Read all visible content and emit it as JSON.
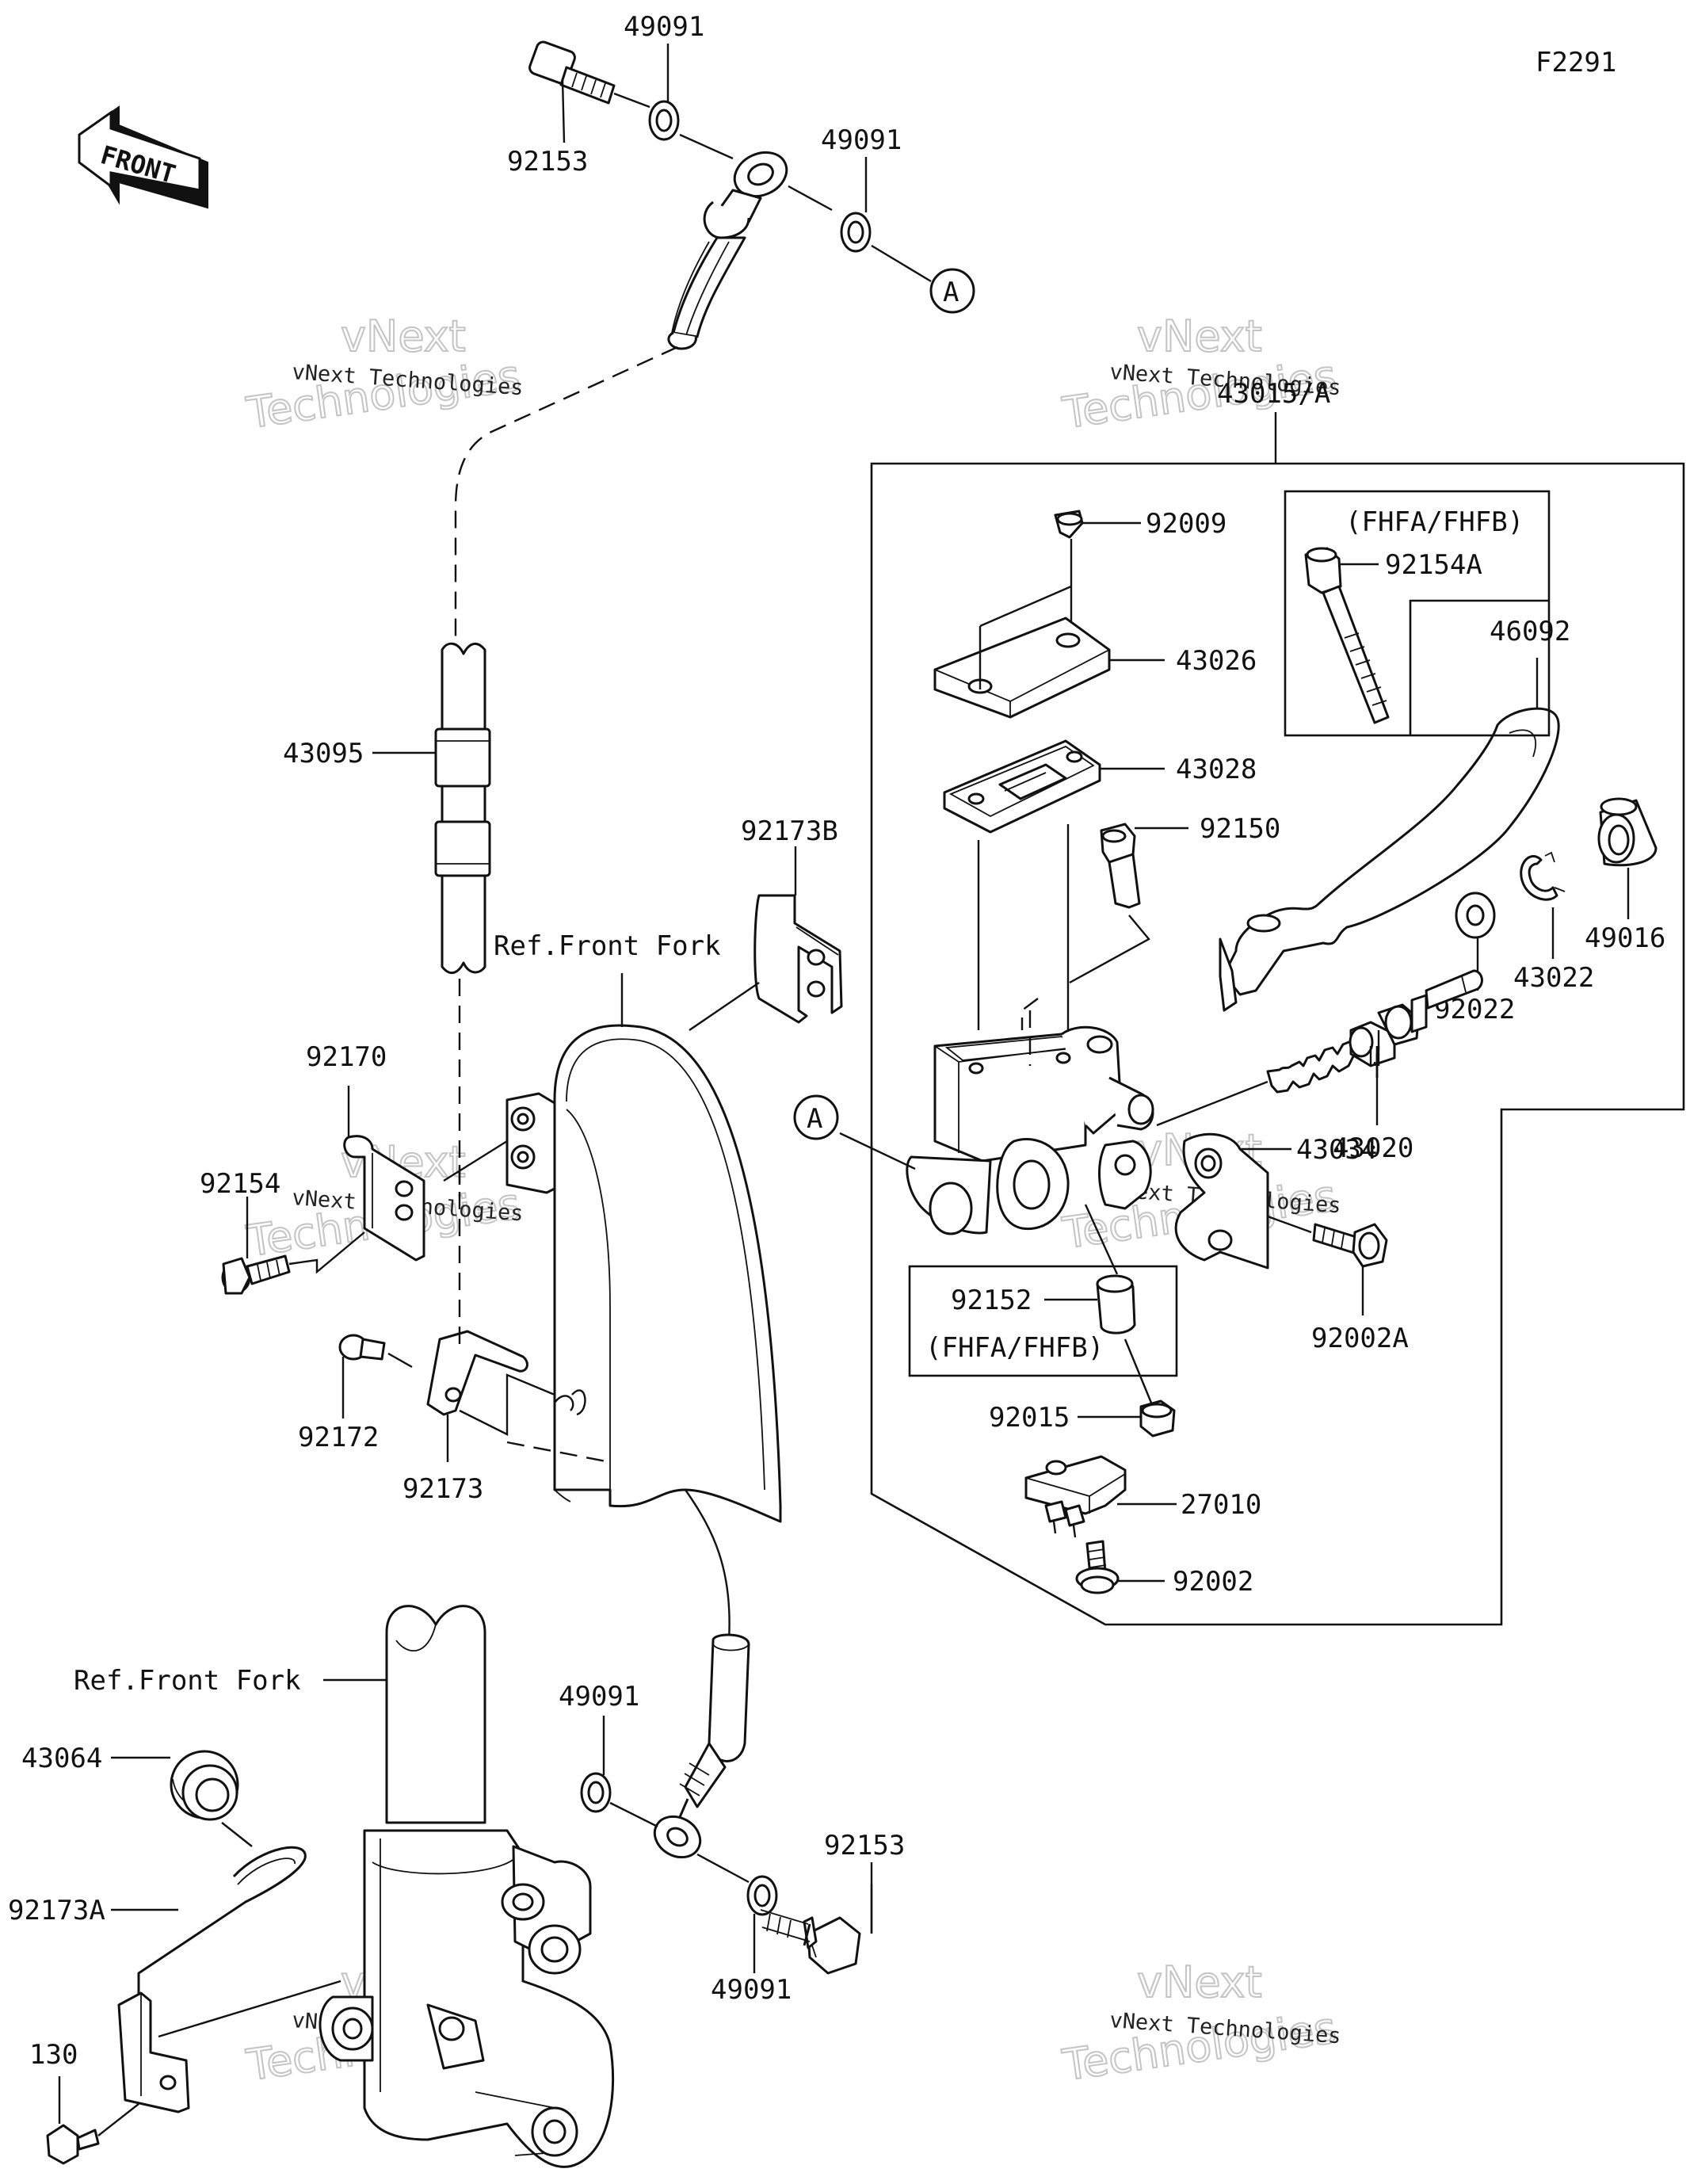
{
  "drawing_code": "F2291",
  "front_arrow_label": "FRONT",
  "labels": {
    "l49091_a": "49091",
    "l92153_a": "92153",
    "l49091_b": "49091",
    "circle_a_top": "A",
    "l43095": "43095",
    "l92173b": "92173B",
    "ref_front_fork_1": "Ref.Front Fork",
    "l92170": "92170",
    "l92154": "92154",
    "l92172": "92172",
    "l92173": "92173",
    "ref_front_fork_2": "Ref.Front Fork",
    "l43064": "43064",
    "l92173a": "92173A",
    "l130": "130",
    "l49091_c": "49091",
    "l92153_b": "92153",
    "l49091_d": "49091",
    "l43015": "43015/A",
    "l92009": "92009",
    "fhfa_1": "(FHFA/FHFB)",
    "l92154a": "92154A",
    "l43026": "43026",
    "l46092": "46092",
    "l43028": "43028",
    "l92150": "92150",
    "l49016": "49016",
    "l43022": "43022",
    "l92022": "92022",
    "l43020": "43020",
    "circle_a_mid": "A",
    "l43034": "43034",
    "l92152": "92152",
    "fhfa_2": "(FHFA/FHFB)",
    "l92002a": "92002A",
    "l92015": "92015",
    "l27010": "27010",
    "l92002": "92002"
  },
  "watermark": {
    "line1": "vNext Technologies",
    "line2a": "vNext",
    "line2b": "Technologies"
  }
}
